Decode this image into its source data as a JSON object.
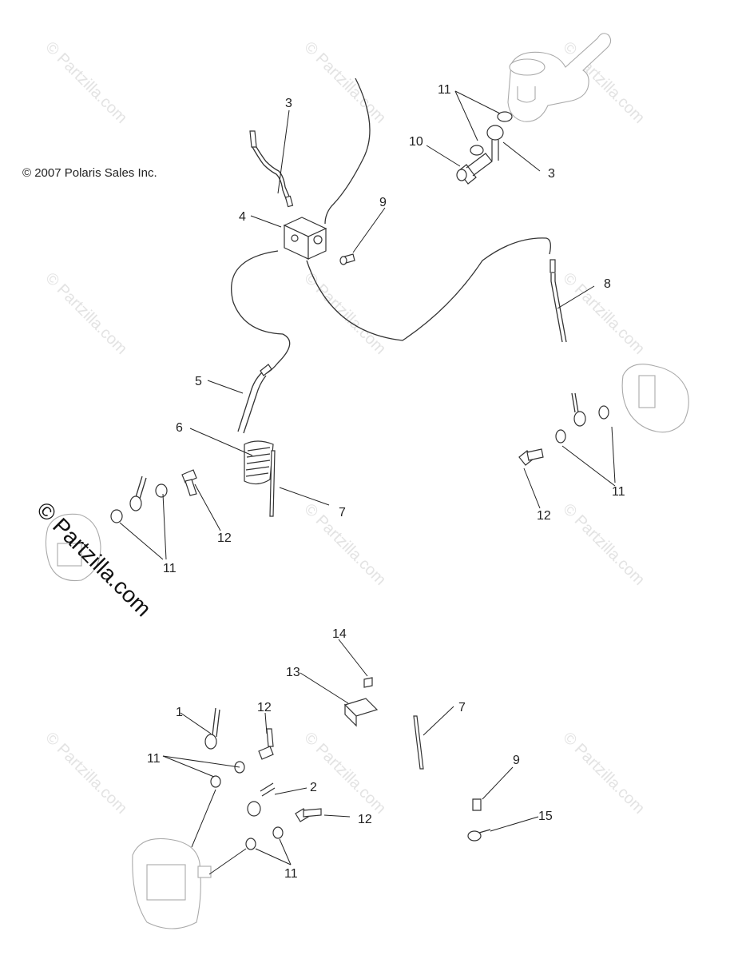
{
  "copyright": "© 2007 Polaris Sales Inc.",
  "watermark": "© Partzilla.com",
  "watermark_big": "© Partzilla.com",
  "callouts": [
    "1",
    "2",
    "3",
    "4",
    "5",
    "6",
    "7",
    "8",
    "9",
    "10",
    "11",
    "12",
    "13",
    "14",
    "15"
  ],
  "labels": {
    "l3a": "3",
    "l3b": "3",
    "l4": "4",
    "l5": "5",
    "l6": "6",
    "l7a": "7",
    "l7b": "7",
    "l8": "8",
    "l9a": "9",
    "l9b": "9",
    "l10": "10",
    "l11a": "11",
    "l11b": "11",
    "l11c": "11",
    "l11d": "11",
    "l11e": "11",
    "l12a": "12",
    "l12b": "12",
    "l12c": "12",
    "l12d": "12",
    "l1": "1",
    "l2": "2",
    "l13": "13",
    "l14": "14",
    "l15": "15"
  }
}
